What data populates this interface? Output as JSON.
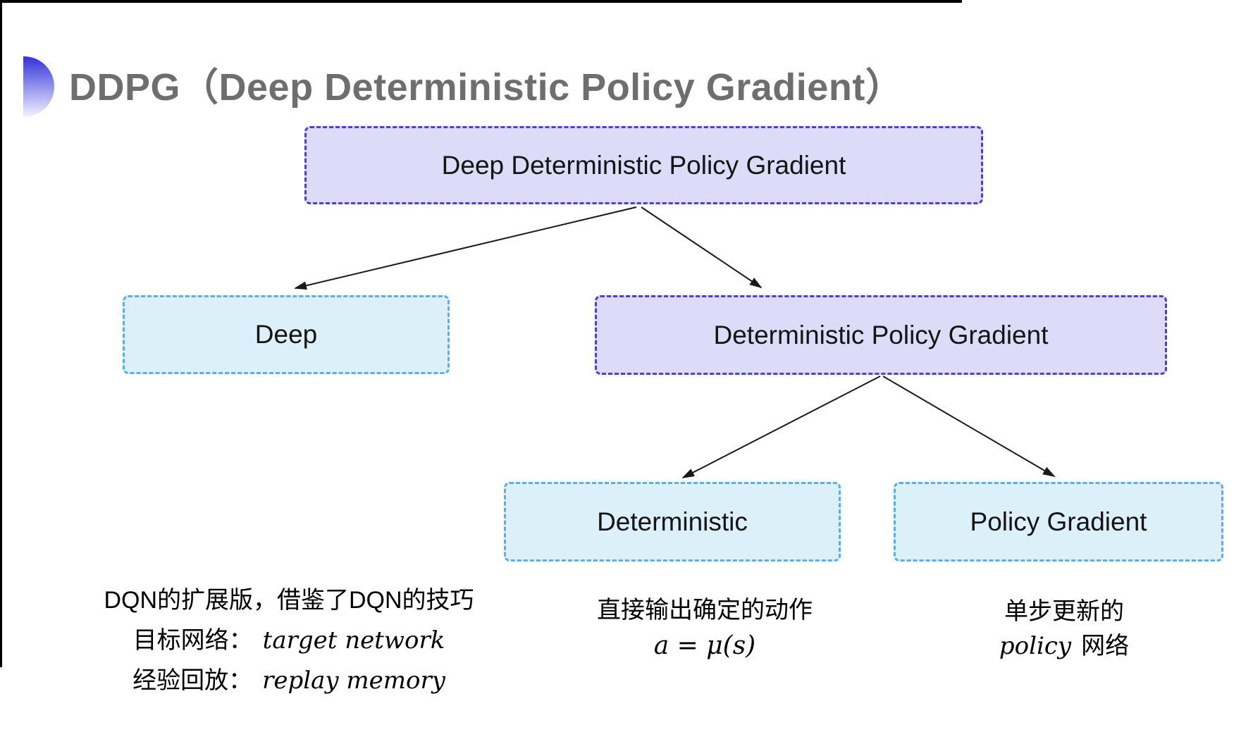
{
  "slide": {
    "title": "DDPG（Deep Deterministic Policy Gradient）"
  },
  "tree": {
    "nodes": [
      {
        "id": "ddpg",
        "label": "Deep Deterministic Policy Gradient",
        "style": "purple"
      },
      {
        "id": "deep",
        "label": "Deep",
        "style": "cyan"
      },
      {
        "id": "dpg",
        "label": "Deterministic Policy Gradient",
        "style": "purple"
      },
      {
        "id": "deterministic",
        "label": "Deterministic",
        "style": "cyan"
      },
      {
        "id": "policy_gradient",
        "label": "Policy Gradient",
        "style": "cyan"
      }
    ],
    "edges": [
      {
        "from": "ddpg",
        "to": "deep"
      },
      {
        "from": "ddpg",
        "to": "dpg"
      },
      {
        "from": "dpg",
        "to": "deterministic"
      },
      {
        "from": "dpg",
        "to": "policy_gradient"
      }
    ]
  },
  "notes": {
    "deep": {
      "line1": "DQN的扩展版，借鉴了DQN的技巧",
      "target_label": "目标网络：",
      "target_value": "target network",
      "replay_label": "经验回放：",
      "replay_value": "replay memory"
    },
    "deterministic": {
      "line1": "直接输出确定的动作",
      "formula": "a = μ(s)"
    },
    "policy_gradient": {
      "line1": "单步更新的",
      "word_italic": "policy",
      "word_rest": "网络"
    }
  },
  "colors": {
    "node_purple_fill": "#dedbf8",
    "node_purple_border": "#4543d6",
    "node_cyan_fill": "#dcf0fa",
    "node_cyan_border": "#58b0e4",
    "title_gray": "#6e6e6e",
    "arrow": "#1a1a1a",
    "bullet_top": "#3232dc",
    "bullet_bottom": "#f2f2ff"
  }
}
